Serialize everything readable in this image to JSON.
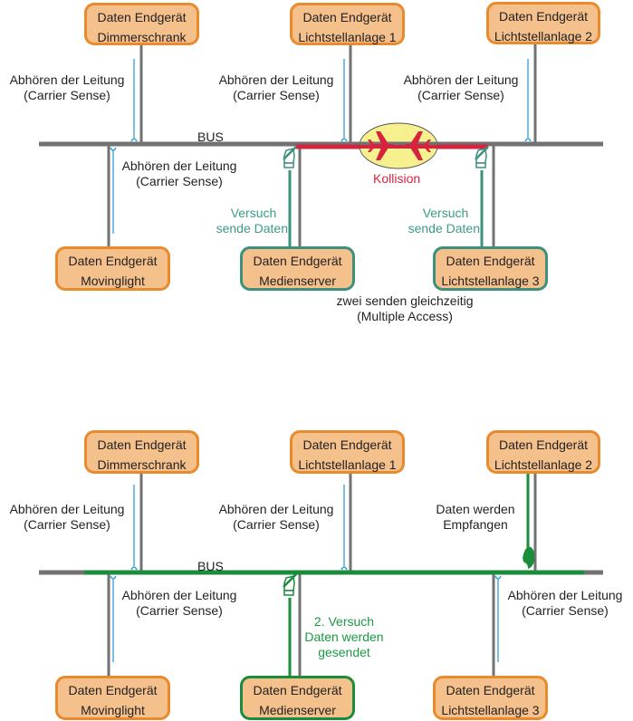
{
  "colors": {
    "bus": "#727272",
    "box_fill": "#f4c08c",
    "box_border": "#e98a2d",
    "sense_line": "#2f9fd8",
    "send_attempt": "#3d8f7e",
    "collision": "#d6243f",
    "collision_ellipse": "#f6f08e",
    "success": "#1b8c3c"
  },
  "top_diagram": {
    "bus_label": "BUS",
    "devices": {
      "dimmer": {
        "line1": "Daten Endgerät",
        "line2": "Dimmerschrank"
      },
      "licht1": {
        "line1": "Daten Endgerät",
        "line2": "Lichtstellanlage 1"
      },
      "licht2": {
        "line1": "Daten Endgerät",
        "line2": "Lichtstellanlage 2"
      },
      "moving": {
        "line1": "Daten Endgerät",
        "line2": "Movinglight"
      },
      "medien": {
        "line1": "Daten Endgerät",
        "line2": "Medienserver"
      },
      "licht3": {
        "line1": "Daten Endgerät",
        "line2": "Lichtstellanlage 3"
      }
    },
    "sense_labels": [
      {
        "line1": "Abhören der Leitung",
        "line2": "(Carrier Sense)"
      },
      {
        "line1": "Abhören der Leitung",
        "line2": "(Carrier Sense)"
      },
      {
        "line1": "Abhören der Leitung",
        "line2": "(Carrier Sense)"
      },
      {
        "line1": "Abhören der Leitung",
        "line2": "(Carrier Sense)"
      }
    ],
    "attempt_labels": [
      {
        "line1": "Versuch",
        "line2": "sende Daten"
      },
      {
        "line1": "Versuch",
        "line2": "sende Daten"
      }
    ],
    "collision_label": "Kollision",
    "multiple_access": {
      "line1": "zwei senden gleichzeitig",
      "line2": "(Multiple Access)"
    }
  },
  "bottom_diagram": {
    "bus_label": "BUS",
    "devices": {
      "dimmer": {
        "line1": "Daten Endgerät",
        "line2": "Dimmerschrank"
      },
      "licht1": {
        "line1": "Daten Endgerät",
        "line2": "Lichtstellanlage 1"
      },
      "licht2": {
        "line1": "Daten Endgerät",
        "line2": "Lichtstellanlage 2"
      },
      "moving": {
        "line1": "Daten Endgerät",
        "line2": "Movinglight"
      },
      "medien": {
        "line1": "Daten Endgerät",
        "line2": "Medienserver"
      },
      "licht3": {
        "line1": "Daten Endgerät",
        "line2": "Lichtstellanlage 3"
      }
    },
    "sense_labels": [
      {
        "line1": "Abhören der Leitung",
        "line2": "(Carrier Sense)"
      },
      {
        "line1": "Abhören der Leitung",
        "line2": "(Carrier Sense)"
      },
      {
        "line1": "Abhören der Leitung",
        "line2": "(Carrier Sense)"
      },
      {
        "line1": "Abhören der Leitung",
        "line2": "(Carrier Sense)"
      }
    ],
    "receive_label": {
      "line1": "Daten werden",
      "line2": "Empfangen"
    },
    "second_attempt": {
      "line1": "2. Versuch",
      "line2": "Daten werden",
      "line3": "gesendet"
    }
  }
}
